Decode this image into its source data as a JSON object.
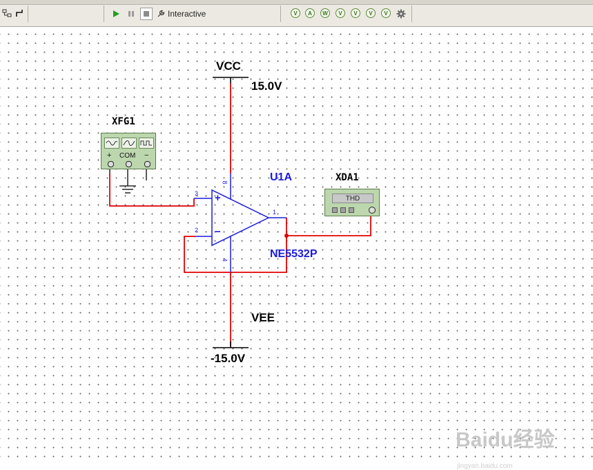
{
  "toolbar": {
    "interactive_label": "Interactive",
    "instrument_buttons": [
      "V",
      "A",
      "W",
      "V",
      "V",
      "V",
      "V",
      "",
      ""
    ]
  },
  "schematic": {
    "vcc": {
      "name": "VCC",
      "value": "15.0V"
    },
    "vee": {
      "name": "VEE",
      "value": "-15.0V"
    },
    "opamp": {
      "ref": "U1A",
      "part": "NE5532P",
      "pins": {
        "non_inverting": "3",
        "inverting": "2",
        "output": "1",
        "vplus": "8",
        "vminus": "4"
      },
      "plus_sign": "+",
      "minus_sign": "−"
    },
    "function_generator": {
      "ref": "XFG1",
      "terminals": [
        "+",
        "COM",
        "−"
      ]
    },
    "distortion_analyzer": {
      "ref": "XDA1",
      "screen": "THD"
    }
  },
  "watermark": {
    "text": "Baidu经验",
    "sub": "jingyan.baidu.com"
  },
  "colors": {
    "wire": "#e00000",
    "component": "#1a1ae0",
    "junction": "#e00000",
    "grid": "#6b6b6b"
  }
}
